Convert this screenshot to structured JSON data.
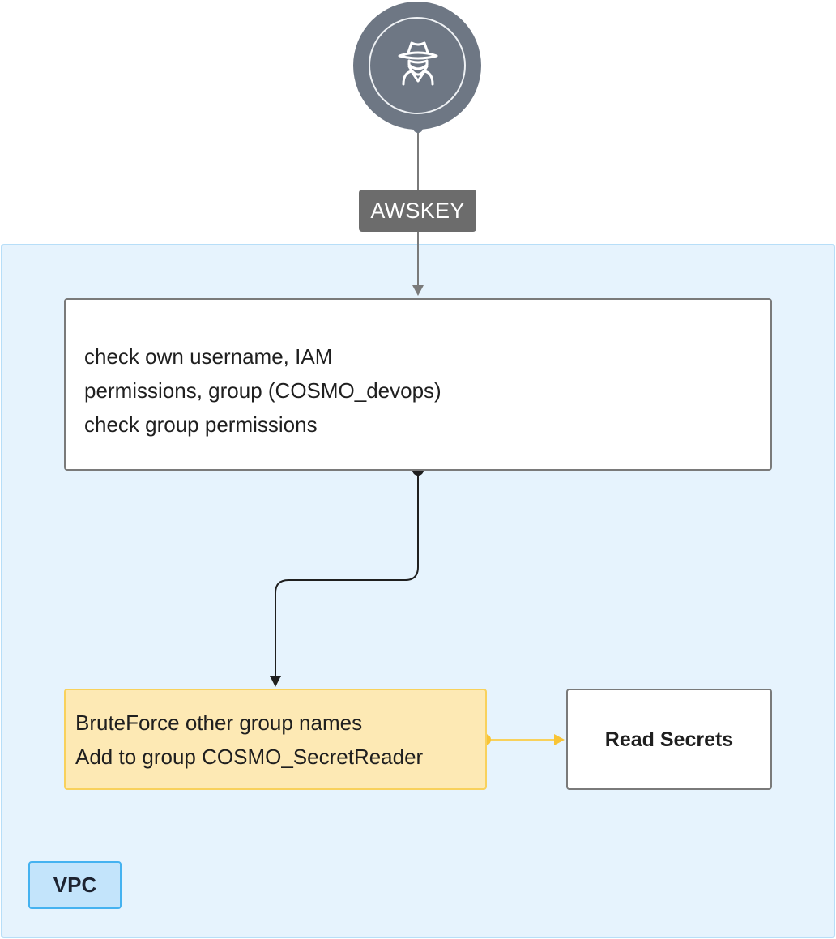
{
  "actor": {
    "icon": "spy-icon"
  },
  "edge_label": "AWSKEY",
  "recon_step": {
    "lines": [
      "check own username, IAM",
      "permissions, group (COSMO_devops)",
      "check group permissions"
    ]
  },
  "brute_step": {
    "lines": [
      "BruteForce other group names",
      "Add to group COSMO_SecretReader"
    ]
  },
  "read_step": {
    "label": "Read Secrets"
  },
  "region": {
    "label": "VPC"
  },
  "colors": {
    "region_fill": "#e6f3fd",
    "region_border": "#b7def8",
    "actor": "#6e7784",
    "highlight_fill": "#fde9b4",
    "highlight_border": "#f8d15c",
    "connector_dark": "#1f1f1f",
    "connector_gray": "#7a7a7a"
  }
}
